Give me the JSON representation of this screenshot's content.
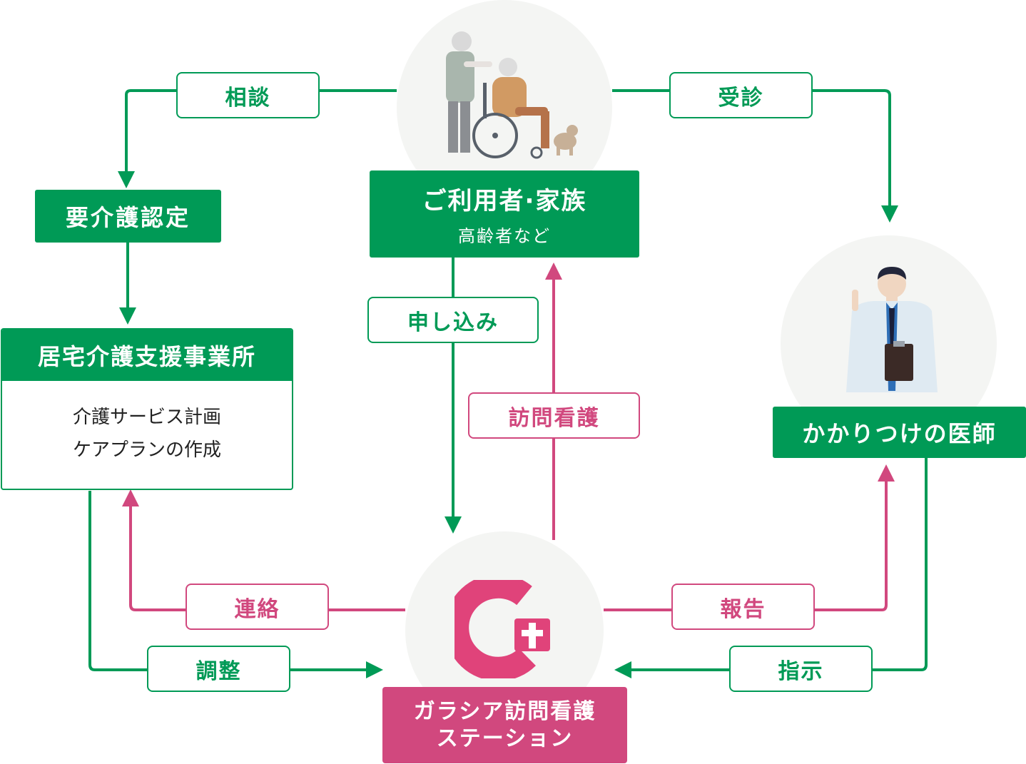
{
  "colors": {
    "green": "#009a56",
    "pink": "#d1487e",
    "circle": "#f4f5f3"
  },
  "nodes": {
    "user": {
      "title": "ご利用者·家族",
      "subtitle": "高齢者など"
    },
    "care_cert": {
      "title": "要介護認定"
    },
    "care_office": {
      "title": "居宅介護支援事業所",
      "line1": "介護サービス計画",
      "line2": "ケアプランの作成"
    },
    "doctor": {
      "title": "かかりつけの医師"
    },
    "station": {
      "line1": "ガラシア訪問看護",
      "line2": "ステーション"
    }
  },
  "edges": {
    "consult": "相談",
    "visit_doctor": "受診",
    "apply": "申し込み",
    "home_nursing": "訪問看護",
    "contact": "連絡",
    "report": "報告",
    "adjust": "調整",
    "instruct": "指示"
  },
  "icons": {
    "user": "elderly-family-wheelchair-icon",
    "doctor": "doctor-icon",
    "station": "garacia-logo-icon"
  }
}
